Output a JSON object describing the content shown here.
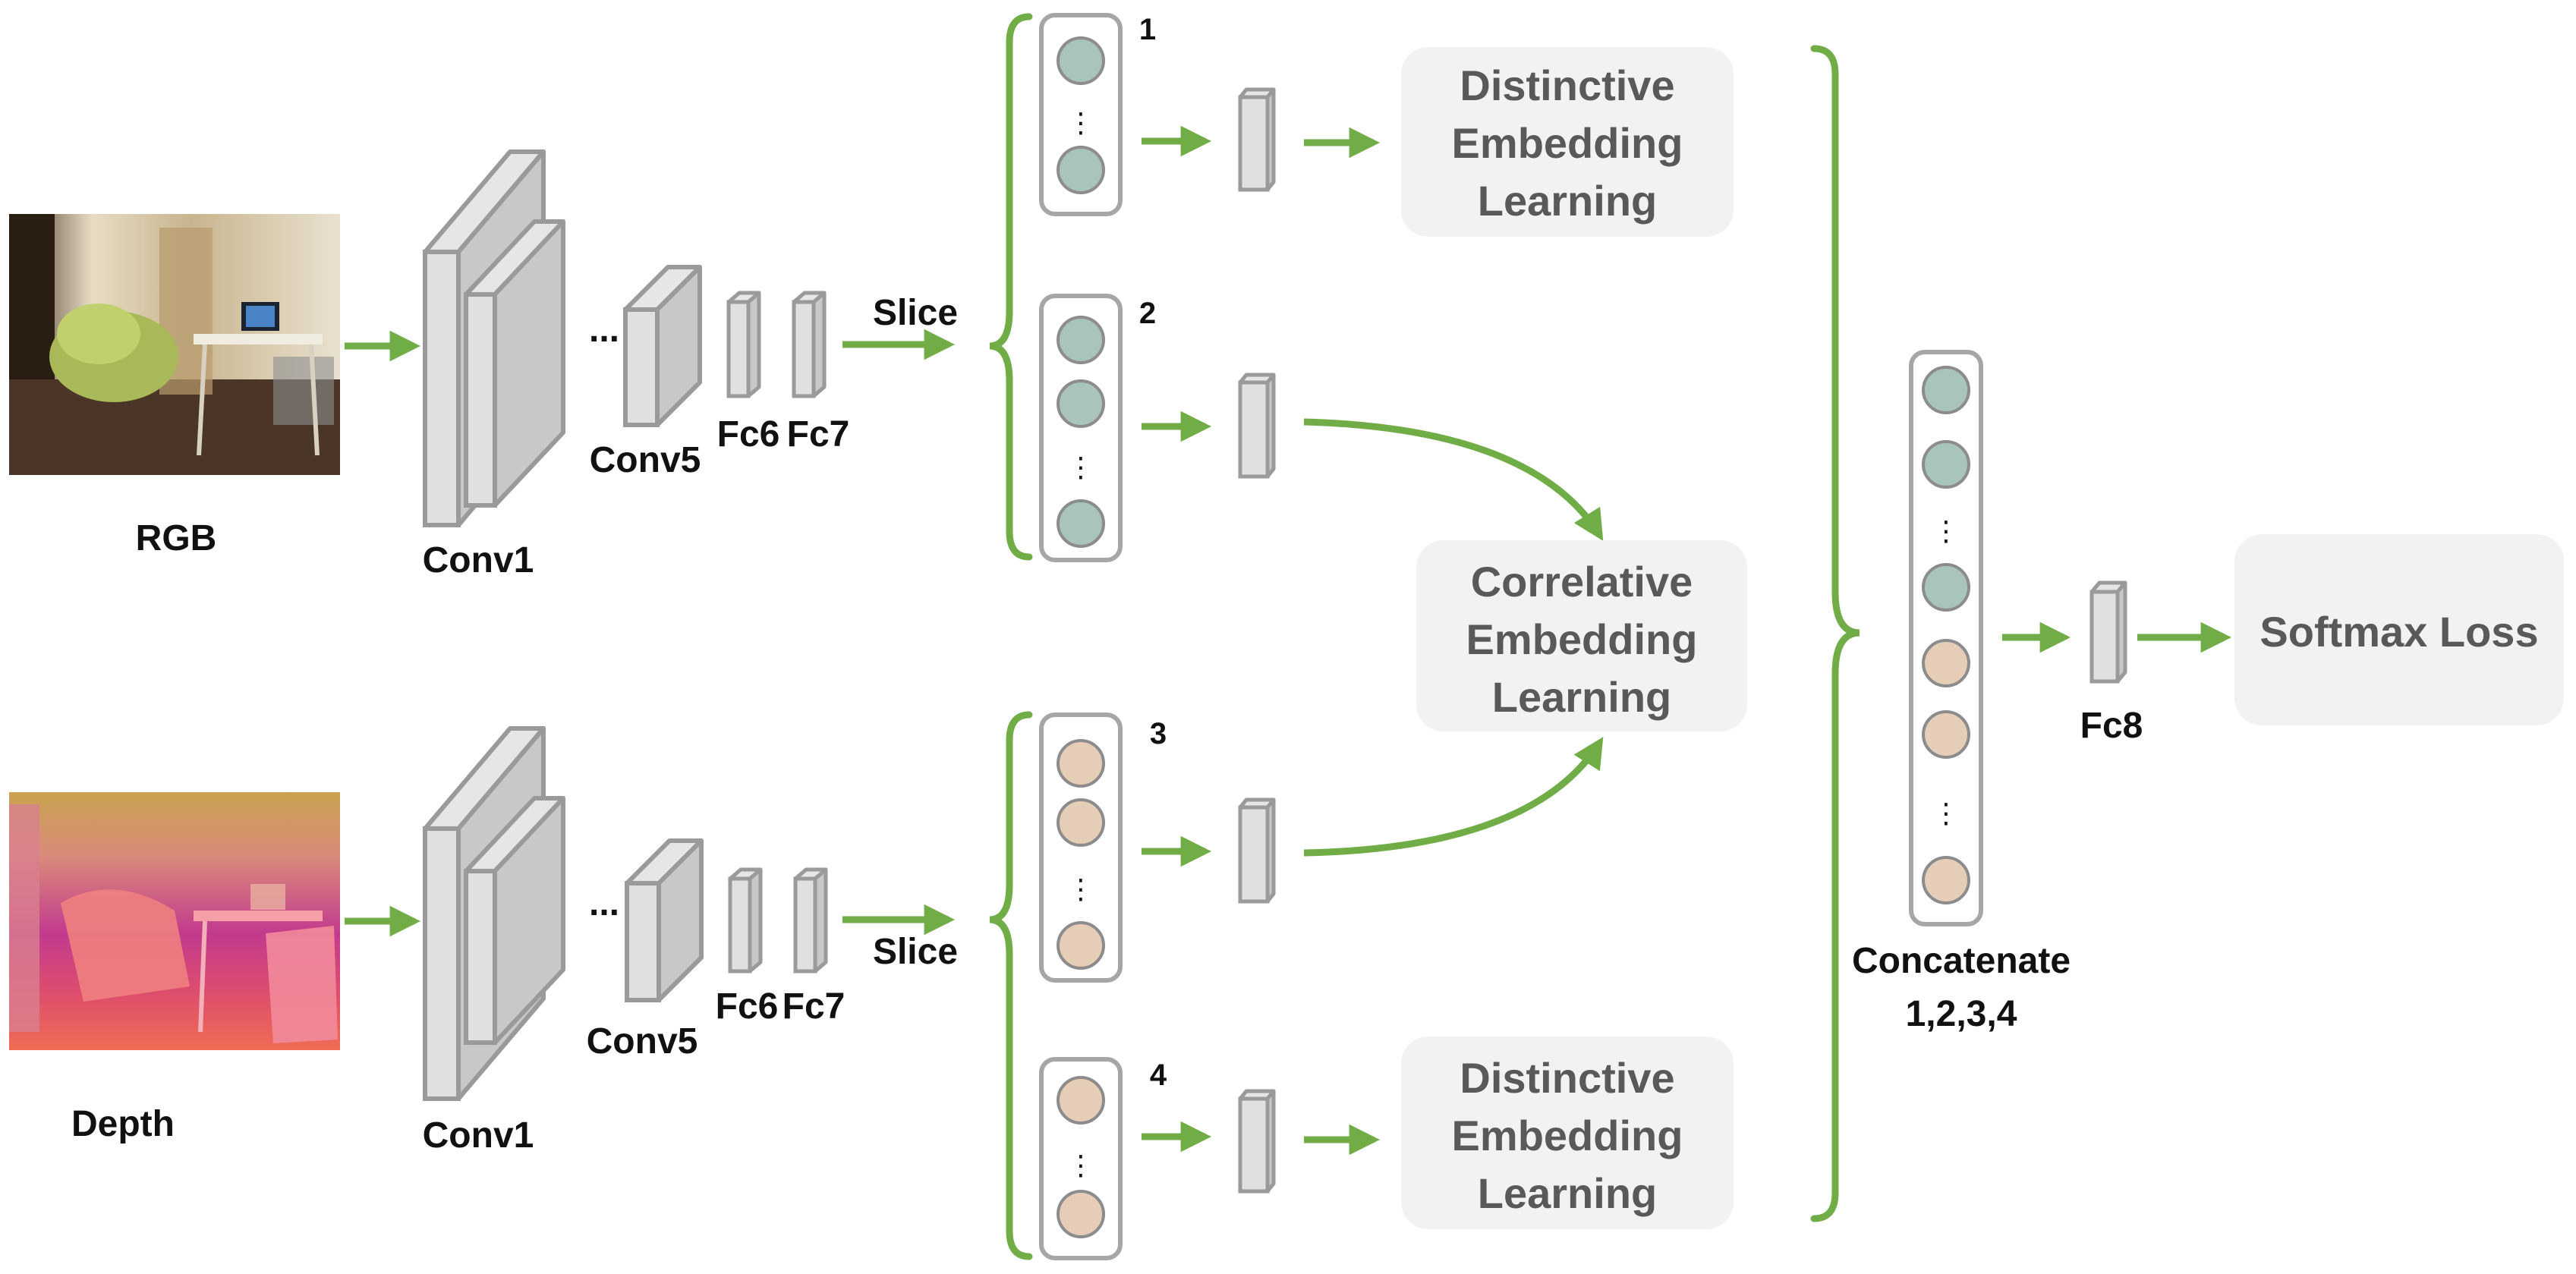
{
  "inputs": {
    "rgb_label": "RGB",
    "depth_label": "Depth"
  },
  "layers": {
    "conv1": "Conv1",
    "ellipsis": "...",
    "conv5": "Conv5",
    "fc6": "Fc6",
    "fc7": "Fc7",
    "fc8": "Fc8"
  },
  "slice_label": "Slice",
  "slice_numbers": [
    "1",
    "2",
    "3",
    "4"
  ],
  "boxes": {
    "distinctive_1": [
      "Distinctive",
      "Embedding",
      "Learning"
    ],
    "correlative": [
      "Correlative",
      "Embedding",
      "Learning"
    ],
    "distinctive_2": [
      "Distinctive",
      "Embedding",
      "Learning"
    ],
    "softmax": "Softmax Loss"
  },
  "concat": {
    "line1": "Concatenate",
    "line2": "1,2,3,4"
  },
  "colors": {
    "arrow_green": "#70ad47",
    "rgb_node": "#a9c4b9",
    "depth_node": "#e5cdb7",
    "box_bg": "#f2f2f2",
    "layer_gray": "#d9d9d9"
  }
}
